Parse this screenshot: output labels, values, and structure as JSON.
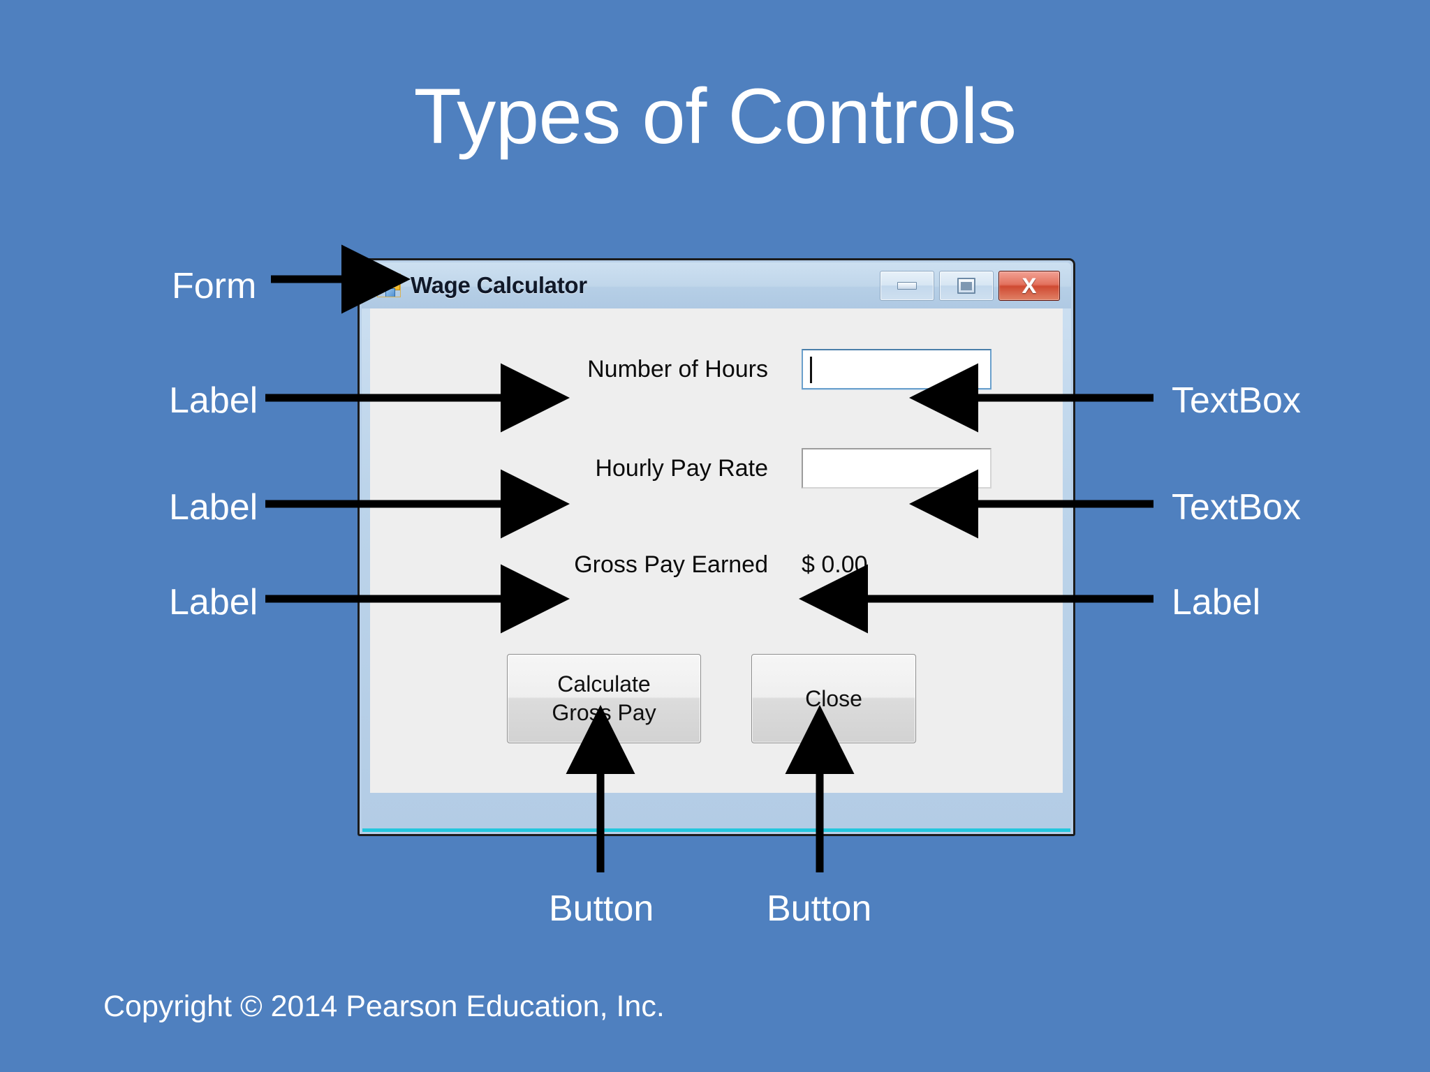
{
  "slide": {
    "title": "Types of Controls",
    "copyright": "Copyright © 2014 Pearson Education, Inc."
  },
  "form": {
    "title": "Wage Calculator",
    "icon": "vs-form-icon",
    "window_buttons": {
      "minimize": "minimize-icon",
      "maximize": "maximize-icon",
      "close_glyph": "X"
    },
    "fields": [
      {
        "label": "Number of Hours",
        "control": "textbox",
        "value": "",
        "focused": true
      },
      {
        "label": "Hourly Pay Rate",
        "control": "textbox",
        "value": "",
        "focused": false
      },
      {
        "label": "Gross Pay Earned",
        "control": "label",
        "value": "$ 0.00"
      }
    ],
    "buttons": [
      {
        "line1": "Calculate",
        "line2": "Gross Pay"
      },
      {
        "line1": "Close",
        "line2": ""
      }
    ]
  },
  "annotations": {
    "form": "Form",
    "left_label_1": "Label",
    "left_label_2": "Label",
    "left_label_3": "Label",
    "right_textbox_1": "TextBox",
    "right_textbox_2": "TextBox",
    "right_label_3": "Label",
    "button_1": "Button",
    "button_2": "Button"
  },
  "colors": {
    "background": "#4f80bf",
    "form_frame": "#b9d0e8",
    "client_area": "#eeeeee",
    "titlebar_top": "#cde0f1",
    "close_button": "#cf4a32",
    "accent_cyan": "#24c6dd",
    "annotation_text": "#ffffff",
    "arrow": "#000000"
  }
}
